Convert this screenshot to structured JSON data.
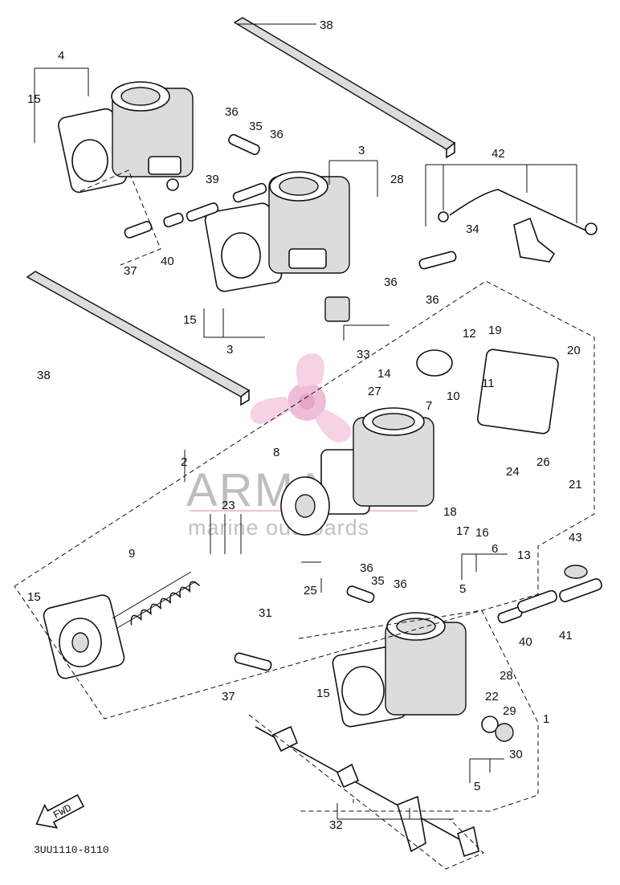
{
  "watermark": {
    "brand": "ARMADA",
    "subtitle": "marine outboards",
    "logo_color": "#e9a9cc"
  },
  "diagram_code": "3UU1110-8110",
  "fwd_arrow_label": "FWD",
  "callouts": [
    "38",
    "4",
    "15",
    "36",
    "35",
    "36",
    "3",
    "28",
    "42",
    "39",
    "37",
    "40",
    "34",
    "36",
    "36",
    "15",
    "3",
    "33",
    "38",
    "12",
    "19",
    "20",
    "14",
    "27",
    "11",
    "10",
    "7",
    "2",
    "8",
    "24",
    "21",
    "26",
    "23",
    "18",
    "17",
    "16",
    "6",
    "13",
    "9",
    "25",
    "5",
    "36",
    "35",
    "36",
    "43",
    "15",
    "31",
    "40",
    "41",
    "28",
    "37",
    "15",
    "22",
    "29",
    "1",
    "30",
    "5",
    "32"
  ]
}
